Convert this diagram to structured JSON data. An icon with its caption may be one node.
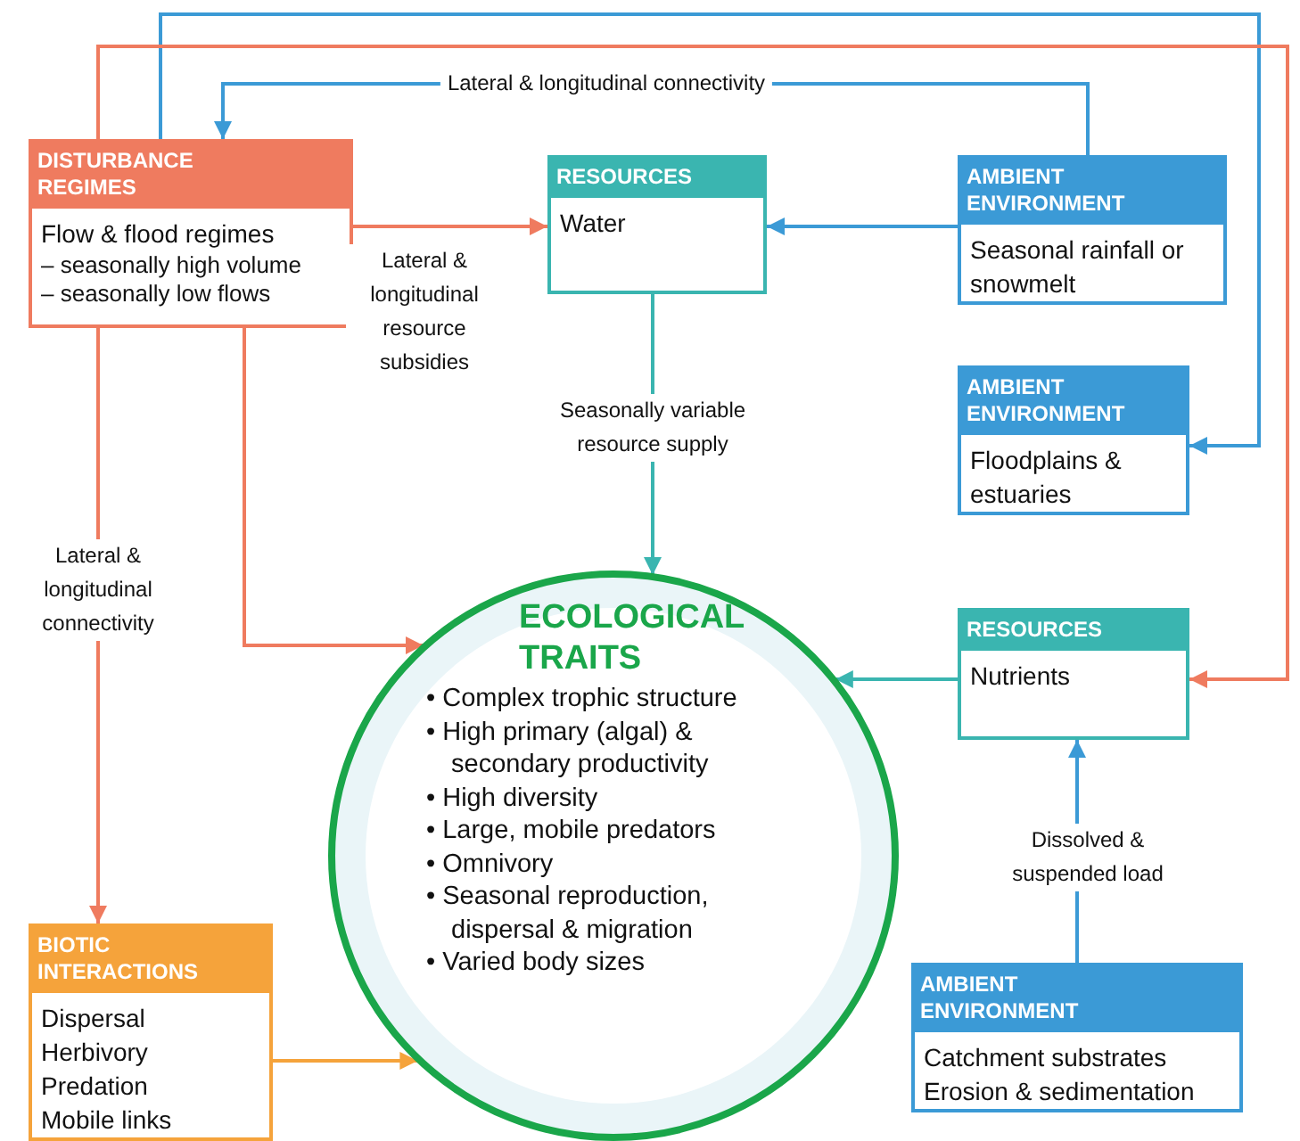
{
  "diagram": {
    "nodes": [
      {
        "text": [
          "DISTURBANCE REGIMES",
          "Flow & flood regimes",
          "– seasonally high volume",
          "– seasonally low flows"
        ]
      },
      {
        "text": [
          "RESOURCES",
          "Water"
        ]
      },
      {
        "text": [
          "AMBIENT ENVIRONMENT",
          "Seasonal rainfall or snowmelt"
        ]
      },
      {
        "text": [
          "AMBIENT ENVIRONMENT",
          "Floodplains & estuaries"
        ]
      },
      {
        "text": [
          "ECOLOGICAL TRAITS",
          "• Complex trophic structure",
          "• High primary (algal) & secondary productivity",
          "• High diversity",
          "• Large, mobile predators",
          "• Omnivory",
          "• Seasonal reproduction, dispersal & migration",
          "• Varied body sizes"
        ]
      },
      {
        "text": [
          "RESOURCES",
          "Nutrients"
        ]
      },
      {
        "text": [
          "BIOTIC INTERACTIONS",
          "Dispersal",
          "Herbivory",
          "Predation",
          "Mobile links"
        ]
      },
      {
        "text": [
          "AMBIENT ENVIRONMENT",
          "Catchment substrates",
          "Erosion & sedimentation"
        ]
      }
    ],
    "edges": [
      {
        "from": 2,
        "to": 0,
        "arrow": "to",
        "label": "Lateral & longitudinal connectivity",
        "color": "#3b9ad6"
      },
      {
        "from": 0,
        "to": 1,
        "arrow": "to",
        "label": "Lateral & longitudinal resource subsidies",
        "color": "#ef7b5f"
      },
      {
        "from": 2,
        "to": 1,
        "arrow": "to",
        "color": "#3b9ad6"
      },
      {
        "from": 1,
        "to": 4,
        "arrow": "to",
        "label": "Seasonally variable resource supply",
        "color": "#3ab5b0"
      },
      {
        "from": 0,
        "to": 3,
        "arrow": "to",
        "color": "#3b9ad6"
      },
      {
        "from": 0,
        "to": 5,
        "arrow": "to",
        "color": "#ef7b5f"
      },
      {
        "from": 0,
        "to": 4,
        "arrow": "to",
        "color": "#ef7b5f"
      },
      {
        "from": 0,
        "to": 6,
        "arrow": "to",
        "label": "Lateral & longitudinal connectivity",
        "color": "#ef7b5f"
      },
      {
        "from": 5,
        "to": 4,
        "arrow": "to",
        "color": "#3ab5b0"
      },
      {
        "from": 7,
        "to": 5,
        "arrow": "to",
        "label": "Dissolved & suspended load",
        "color": "#3b9ad6"
      },
      {
        "from": 6,
        "to": 4,
        "arrow": "to",
        "color": "#f5a33b"
      }
    ]
  }
}
